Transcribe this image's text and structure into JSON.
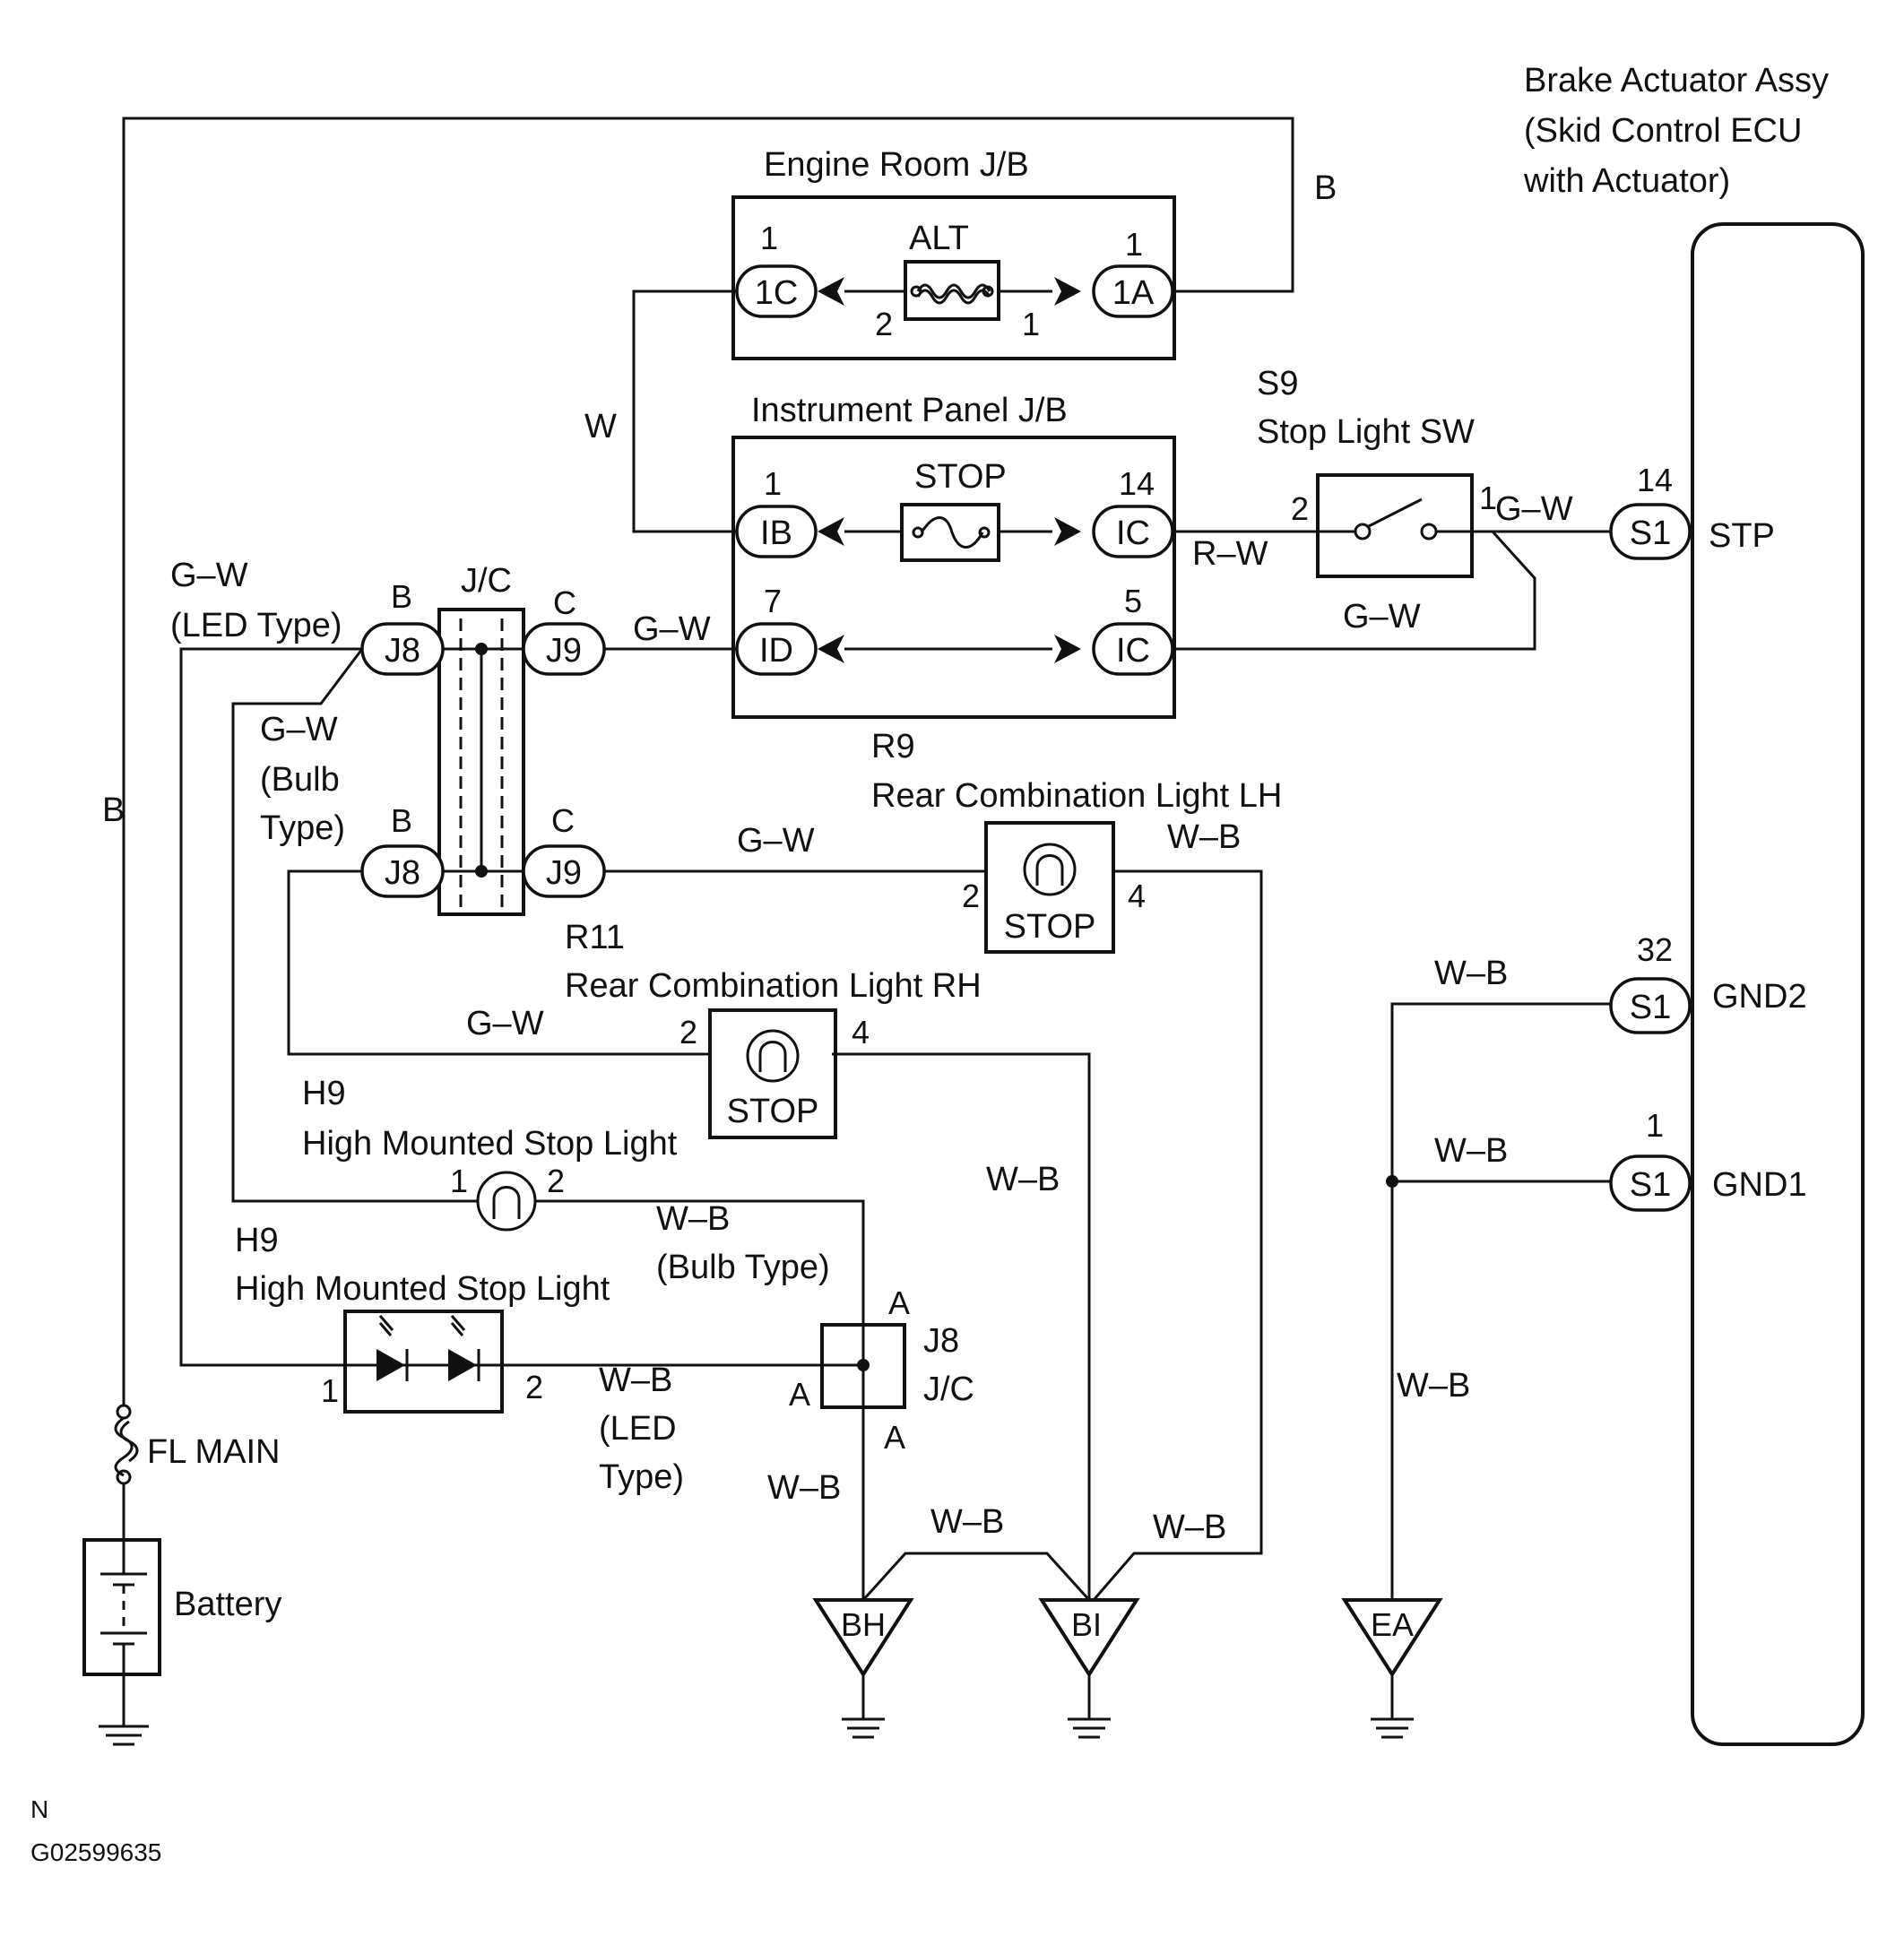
{
  "labels": {
    "brake_actuator": [
      "Brake Actuator Assy",
      "(Skid Control ECU",
      "with Actuator)"
    ],
    "engine_room_jb": "Engine Room J/B",
    "alt_fuse": "ALT",
    "instrument_panel_jb": "Instrument Panel J/B",
    "stop_fuse": "STOP",
    "s9": "S9",
    "stop_light_sw": "Stop Light SW",
    "jc": "J/C",
    "r9": "R9",
    "rear_combo_lh": "Rear Combination Light LH",
    "r11": "R11",
    "rear_combo_rh": "Rear Combination Light RH",
    "h9_a": "H9",
    "high_mounted_a": "High Mounted Stop Light",
    "h9_b": "H9",
    "high_mounted_b": "High Mounted Stop Light",
    "fl_main": "FL MAIN",
    "battery": "Battery",
    "j8_jc_name": "J8",
    "j8_jc_label": "J/C",
    "lamp_stop": "STOP",
    "footer_n": "N",
    "footer_code": "G02599635"
  },
  "connectors": {
    "c1C": "1C",
    "c1A": "1A",
    "cIB": "IB",
    "cIC14": "IC",
    "cID": "ID",
    "cIC5": "IC",
    "j8_top": "J8",
    "j9_top": "J9",
    "j8_bot": "J8",
    "j9_bot": "J9",
    "s1_stp": "S1",
    "s1_gnd2": "S1",
    "s1_gnd1": "S1",
    "bh": "BH",
    "bi": "BI",
    "ea": "EA"
  },
  "pins": {
    "p1C": "1",
    "p1A": "1",
    "alt_left": "2",
    "alt_right": "1",
    "pIB": "1",
    "pIC": "14",
    "pID": "7",
    "pIC5": "5",
    "sw_left": "2",
    "sw_right": "1",
    "stp_num": "14",
    "gnd2_num": "32",
    "gnd1_num": "1",
    "jc_b_top": "B",
    "jc_c_top": "C",
    "jc_b_bot": "B",
    "jc_c_bot": "C",
    "lh_in": "2",
    "lh_out": "4",
    "rh_in": "2",
    "rh_out": "4",
    "hm_bulb_1": "1",
    "hm_bulb_2": "2",
    "hm_led_1": "1",
    "hm_led_2": "2",
    "jc2_a_top": "A",
    "jc2_a_left": "A",
    "jc2_a_bot": "A"
  },
  "terminals": {
    "stp": "STP",
    "gnd2": "GND2",
    "gnd1": "GND1"
  },
  "wires": {
    "b_top": "B",
    "w_left": "W",
    "b_left": "B",
    "gw_led_1": "G–W",
    "gw_led_2": "(LED Type)",
    "gw_bulb_1": "G–W",
    "gw_bulb_2": "(Bulb",
    "gw_bulb_3": "Type)",
    "gw_j9_id": "G–W",
    "rw": "R–W",
    "gw_sw_s1": "G–W",
    "gw_ic5": "G–W",
    "gw_lh": "G–W",
    "wb_lh": "W–B",
    "gw_rh": "G–W",
    "wb_mid": "W–B",
    "wb_bulb_1": "W–B",
    "wb_bulb_2": "(Bulb Type)",
    "wb_led_1": "W–B",
    "wb_led_2": "(LED",
    "wb_led_3": "Type)",
    "wb_jc_down": "W–B",
    "wb_bh_bi": "W–B",
    "wb_bi_right": "W–B",
    "wb_gnd2": "W–B",
    "wb_gnd1": "W–B",
    "wb_ea": "W–B"
  }
}
